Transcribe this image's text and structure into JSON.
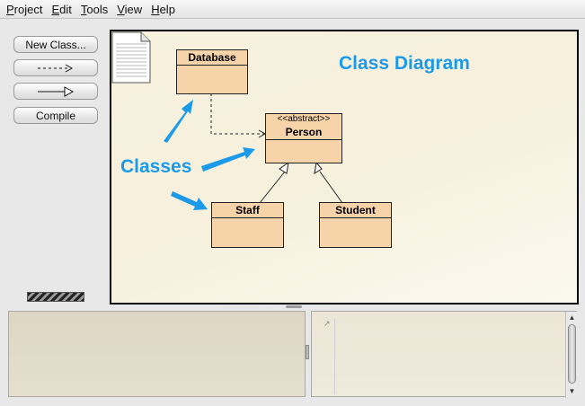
{
  "menubar": {
    "items": [
      {
        "first": "P",
        "rest": "roject"
      },
      {
        "first": "E",
        "rest": "dit"
      },
      {
        "first": "T",
        "rest": "ools"
      },
      {
        "first": "V",
        "rest": "iew"
      },
      {
        "first": "H",
        "rest": "elp"
      }
    ]
  },
  "toolbar": {
    "new_class_label": "New Class...",
    "dependency_arrow_label": "--->",
    "inheritance_arrow_label": "—▷",
    "compile_label": "Compile"
  },
  "diagram": {
    "title": "Class Diagram",
    "callout": "Classes",
    "classes": [
      {
        "name": "Database",
        "stereotype": ""
      },
      {
        "name": "Person",
        "stereotype": "<<abstract>>"
      },
      {
        "name": "Staff",
        "stereotype": ""
      },
      {
        "name": "Student",
        "stereotype": ""
      }
    ],
    "colors": {
      "class_fill": "#f6d3a8",
      "annotation_blue": "#1a9ae8"
    }
  }
}
